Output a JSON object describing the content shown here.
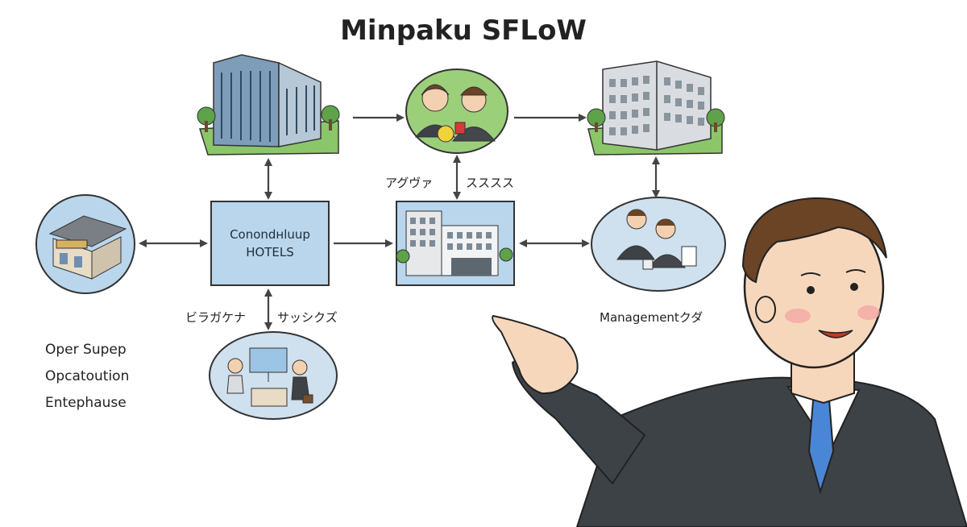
{
  "title": "Minpaku SFLoW",
  "nodes": {
    "hotel_box": {
      "line1": "Conondнluup",
      "line2": "HOTELS"
    }
  },
  "labels": {
    "top_left_arrow": "アグヴァ",
    "top_right_arrow": "スススス",
    "bottom_left_arrow": "ビラガケナ",
    "bottom_right_arrow": "サッシクズ",
    "management": "Managementクダ"
  },
  "left_text": [
    "Oper Supep",
    "Opcatoution",
    "Entephause"
  ],
  "colors": {
    "box_blue": "#b9d6ec",
    "grass_green": "#8cc66a",
    "circle_green": "#9ccf7a",
    "circle_blue": "#cfe0ee",
    "tie_blue": "#4a86d6",
    "suit": "#3d4247"
  }
}
